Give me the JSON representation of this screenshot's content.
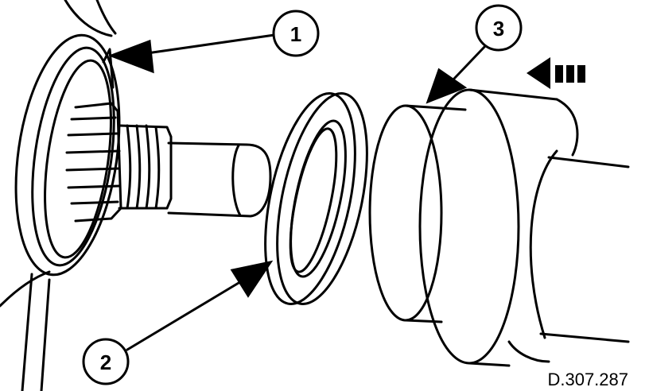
{
  "diagram": {
    "callouts": {
      "one": "1",
      "two": "2",
      "three": "3"
    },
    "reference_code": "D.307.287"
  },
  "colors": {
    "line": "#000000",
    "background": "#ffffff"
  }
}
